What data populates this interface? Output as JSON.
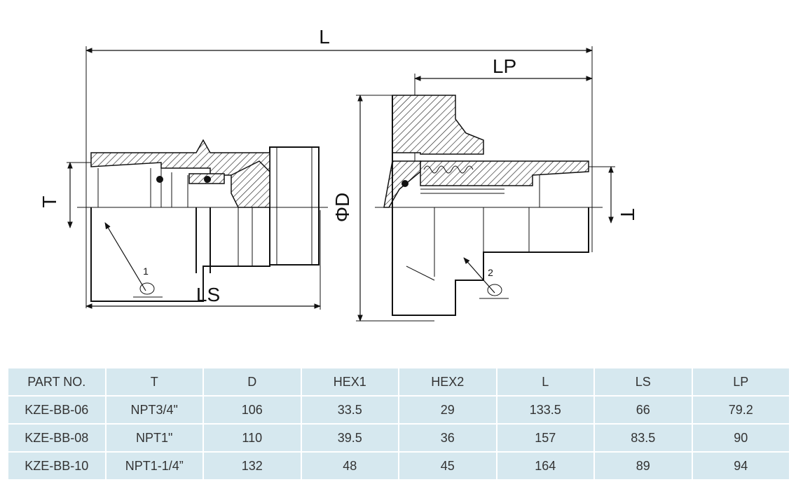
{
  "drawing": {
    "labels": {
      "L": "L",
      "LP": "LP",
      "LS": "LS",
      "T_left": "T",
      "T_right": "T",
      "D": "ΦD",
      "callout_1": "1",
      "callout_2": "2"
    }
  },
  "table": {
    "headers": [
      "PART NO.",
      "T",
      "D",
      "HEX1",
      "HEX2",
      "L",
      "LS",
      "LP"
    ],
    "rows": [
      [
        "KZE-BB-06",
        "NPT3/4\"",
        "106",
        "33.5",
        "29",
        "133.5",
        "66",
        "79.2"
      ],
      [
        "KZE-BB-08",
        "NPT1\"",
        "110",
        "39.5",
        "36",
        "157",
        "83.5",
        "90"
      ],
      [
        "KZE-BB-10",
        "NPT1-1/4”",
        "132",
        "48",
        "45",
        "164",
        "89",
        "94"
      ]
    ]
  }
}
